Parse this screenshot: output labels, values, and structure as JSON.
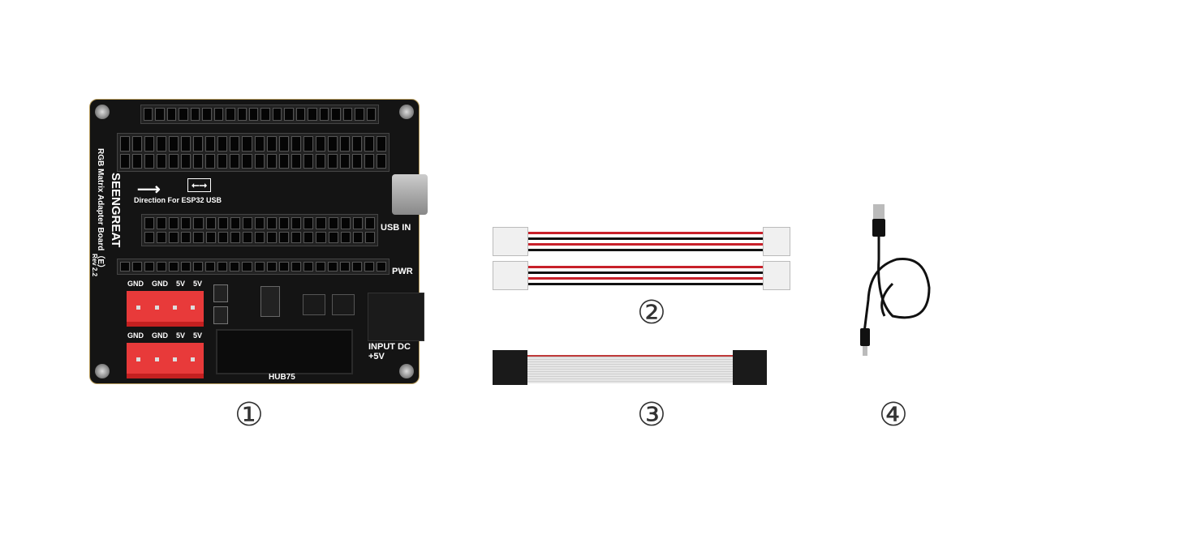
{
  "items": [
    {
      "label": "①",
      "name": "RGB Matrix Adapter Board"
    },
    {
      "label": "②"
    },
    {
      "label": "③"
    },
    {
      "label": "④"
    }
  ],
  "board": {
    "brand": "SEENGREAT",
    "title": "RGB Matrix Adapter Board（E）",
    "rev": "Rev 2.2",
    "direction": "Direction For ESP32 USB",
    "usb_in": "USB IN",
    "pwr": "PWR",
    "power_pins": [
      "GND",
      "GND",
      "5V",
      "5V"
    ],
    "input_dc": "INPUT DC",
    "input_v": "+5V",
    "hub75": "HUB75"
  },
  "colors": {
    "board": "#141414",
    "connector": "#e83a3a",
    "wire_red": "#c8202a",
    "wire_black": "#111111"
  }
}
